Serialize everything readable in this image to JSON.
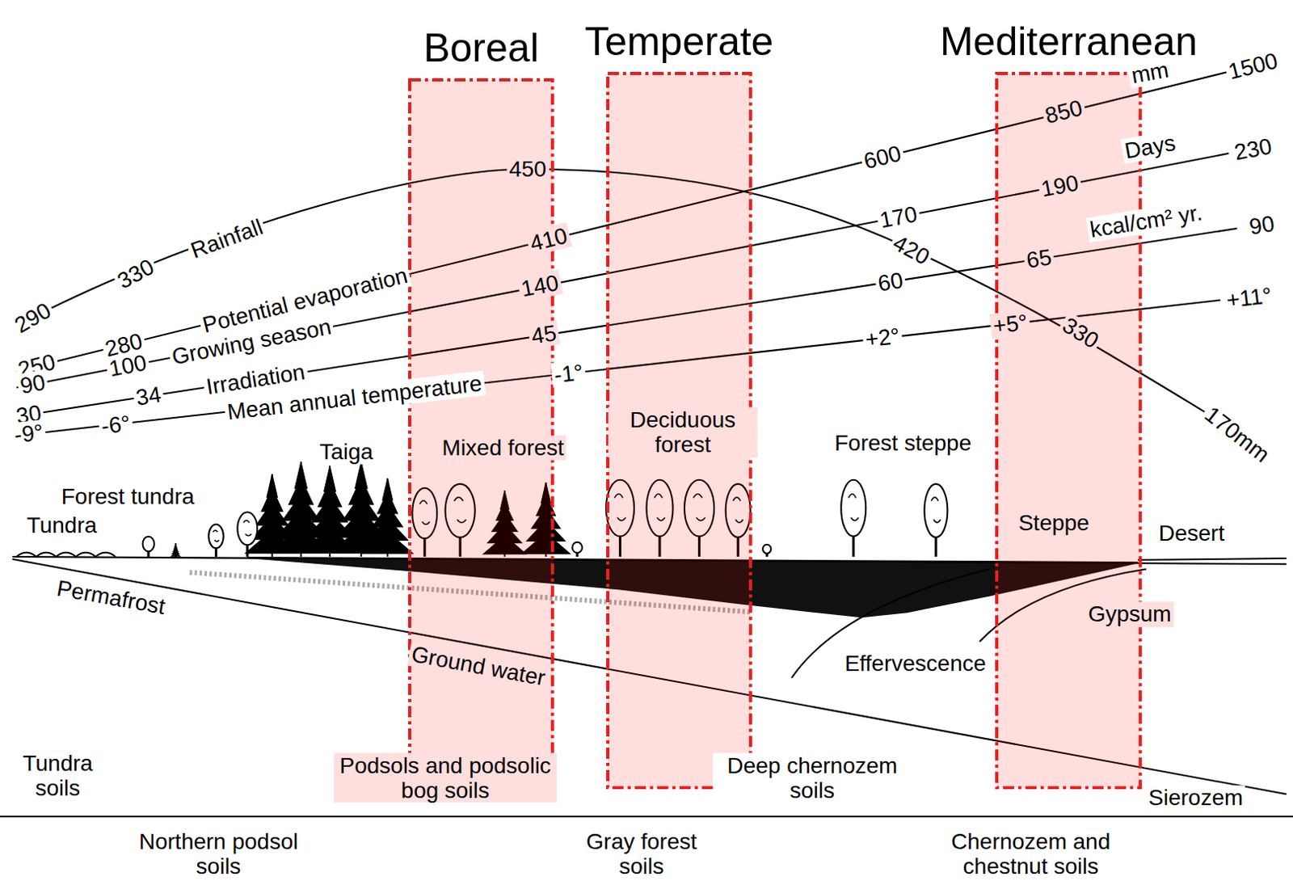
{
  "diagram": {
    "nodes": [
      {
        "text": [
          "Boreal"
        ]
      },
      {
        "text": [
          "Temperate"
        ]
      },
      {
        "text": [
          "Mediterranean"
        ]
      }
    ],
    "labels": [
      "290",
      "330",
      "Rainfall",
      "450",
      "420",
      "330",
      "170mm",
      "250",
      "280",
      "Potential evaporation",
      "410",
      "600",
      "850",
      "mm",
      "1500",
      "90",
      "100",
      "Growing season",
      "140",
      "170",
      "190",
      "Days",
      "230",
      "30",
      "34",
      "Irradiation",
      "45",
      "60",
      "65",
      "kcal/cm² yr.",
      "90",
      "-9°",
      "-6°",
      "Mean annual temperature",
      "-1°",
      "+2°",
      "+5°",
      "+11°",
      "Forest tundra",
      "Tundra",
      "Taiga",
      "Mixed forest",
      "Deciduous forest",
      "Forest steppe",
      "Steppe",
      "Desert",
      "Permafrost",
      "Ground water",
      "Effervescence",
      "Gypsum",
      "Tundra soils",
      "Podsols and podsolic bog soils",
      "Deep chernozem soils",
      "Sierozem",
      "Northern podsol soils",
      "Gray forest soils",
      "Chernozem and chestnut soils"
    ]
  }
}
